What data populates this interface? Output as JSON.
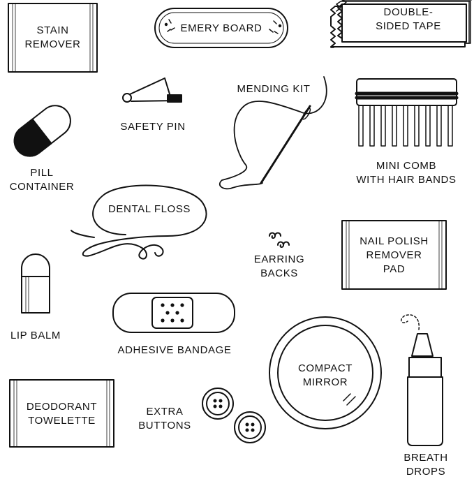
{
  "colors": {
    "ink": "#111111",
    "paper": "#ffffff"
  },
  "items": {
    "stain_remover": "STAIN\nREMOVER",
    "emery_board": "EMERY BOARD",
    "double_sided_tape": "DOUBLE-\nSIDED TAPE",
    "safety_pin": "SAFETY PIN",
    "mending_kit": "MENDING KIT",
    "pill_container": "PILL\nCONTAINER",
    "mini_comb": "MINI COMB\nWITH HAIR BANDS",
    "dental_floss": "DENTAL FLOSS",
    "nail_polish_remover": "NAIL POLISH\nREMOVER\nPAD",
    "earring_backs": "EARRING\nBACKS",
    "lip_balm": "LIP BALM",
    "adhesive_bandage": "ADHESIVE BANDAGE",
    "compact_mirror": "COMPACT\nMIRROR",
    "deodorant_towelette": "DEODORANT\nTOWELETTE",
    "extra_buttons": "EXTRA\nBUTTONS",
    "breath_drops": "BREATH\nDROPS"
  },
  "icons": [
    "stain-remover-packet-icon",
    "emery-board-icon",
    "tape-stack-icon",
    "safety-pin-icon",
    "needle-thread-icon",
    "pill-capsule-icon",
    "comb-icon",
    "floss-icon",
    "earring-backs-icon",
    "lip-balm-icon",
    "bandage-icon",
    "compact-mirror-icon",
    "packet-icon",
    "button-icon",
    "dropper-bottle-icon"
  ]
}
